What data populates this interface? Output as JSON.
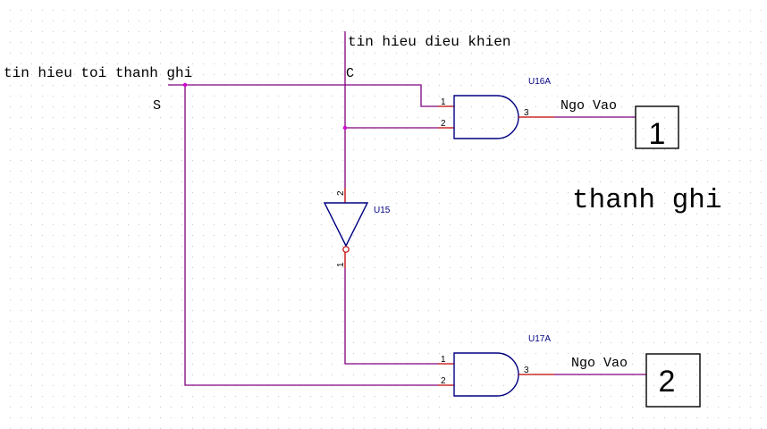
{
  "schematic": {
    "labels": {
      "input_signal": "tin hieu toi thanh ghi",
      "control_signal": "tin hieu dieu khien",
      "net_s": "S",
      "net_c": "C",
      "title": "thanh ghi"
    },
    "components": {
      "and_top": {
        "refdes": "U16A",
        "type": "AND",
        "pins": {
          "in1": "1",
          "in2": "2",
          "out": "3"
        },
        "output_label": "Ngo Vao",
        "output_box": "1"
      },
      "inverter": {
        "refdes": "U15",
        "type": "NOT",
        "pins": {
          "in": "2",
          "out": "1"
        }
      },
      "and_bottom": {
        "refdes": "U17A",
        "type": "AND",
        "pins": {
          "in1": "1",
          "in2": "2",
          "out": "3"
        },
        "output_label": "Ngo Vao",
        "output_box": "2"
      }
    },
    "colors": {
      "wire": "#800080",
      "pin": "#c00000",
      "gate_outline": "#000080",
      "junction": "#d000d0",
      "grid_dot": "#c8c8c8"
    }
  }
}
